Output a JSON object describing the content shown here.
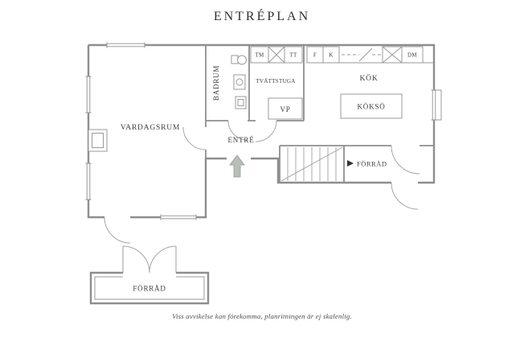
{
  "title": "ENTRÉPLAN",
  "rooms": {
    "vardagsrum": "VARDAGSRUM",
    "badrum": "BADRUM",
    "tvattstuga": "TVÄTTSTUGA",
    "entre": "ENTRÉ",
    "kok": "KÖK",
    "kokso": "KÖKSÖ",
    "forrad_inre": "FÖRRÅD",
    "forrad_uthus": "FÖRRÅD"
  },
  "appliances": {
    "tm": "TM",
    "tt": "TT",
    "f": "F",
    "k": "K",
    "dm": "DM",
    "vp": "VP"
  },
  "disclaimer": "Viss avvikelse kan förekomma, planritningen är ej skalenlig.",
  "colors": {
    "wall": "#8e8e8e",
    "label_text": "#3d3d3d",
    "entry_arrow_fill": "#b8beb8",
    "entry_arrow_stroke": "#949a94",
    "background": "#ffffff"
  }
}
